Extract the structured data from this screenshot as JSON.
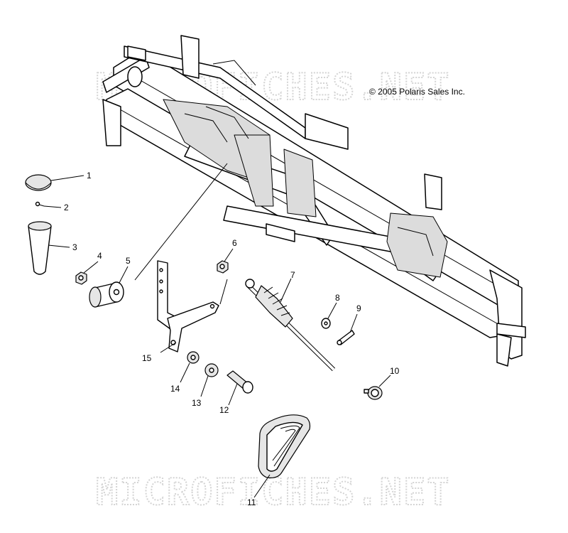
{
  "copyright": "© 2005 Polaris Sales Inc.",
  "watermark_top": "MICROFICHES.NET",
  "watermark_bottom": "MICROFICHES.NET",
  "callouts": [
    "1",
    "2",
    "3",
    "4",
    "5",
    "6",
    "7",
    "8",
    "9",
    "10",
    "11",
    "12",
    "13",
    "14",
    "15"
  ]
}
